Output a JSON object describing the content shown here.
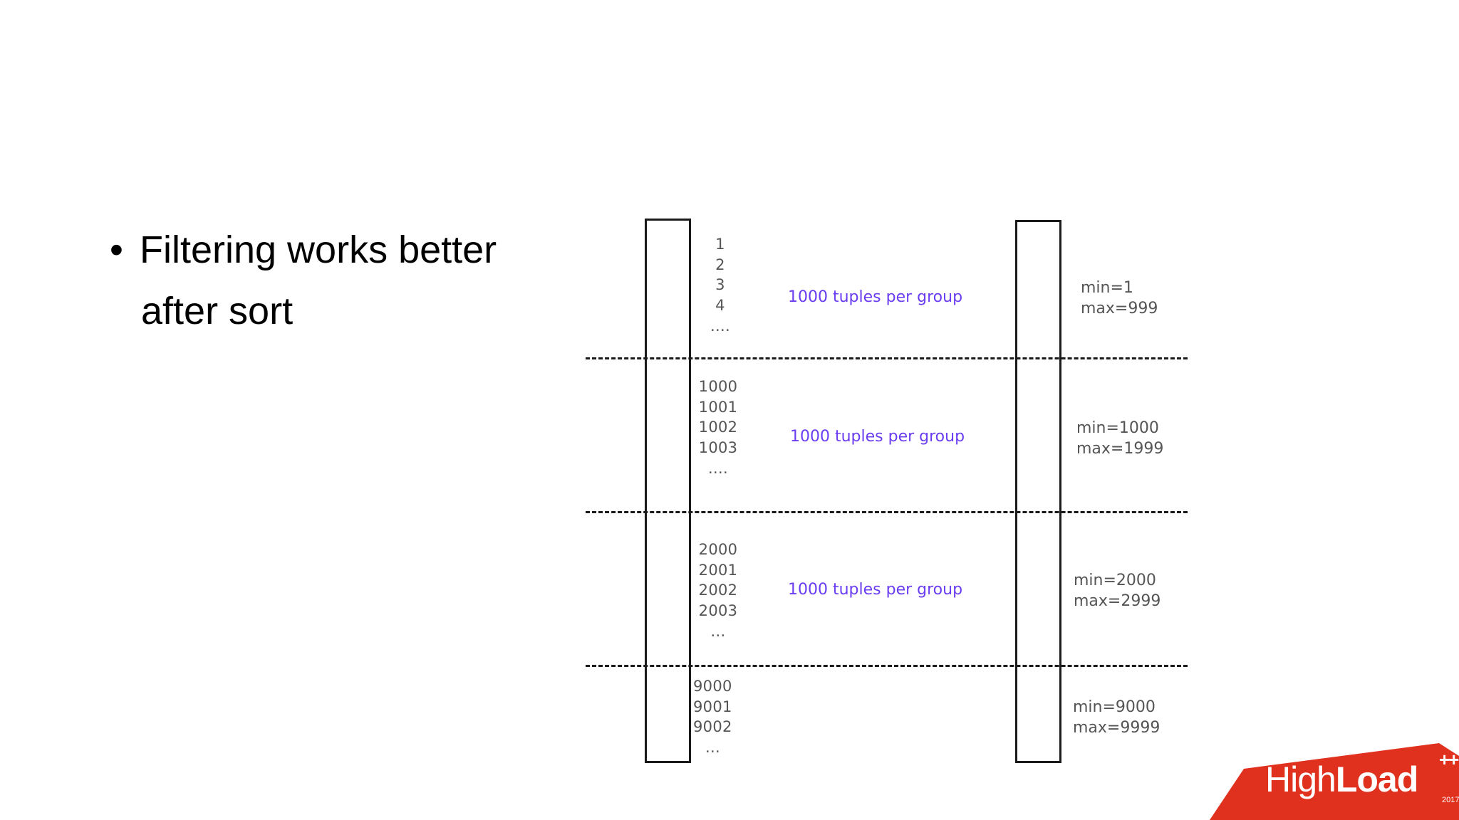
{
  "bullet": {
    "symbol": "•",
    "line1": "Filtering works better",
    "line2": "after sort"
  },
  "groups": [
    {
      "values": [
        "1",
        "2",
        "3",
        "4",
        "...."
      ],
      "label": "1000 tuples per group",
      "min": "min=1",
      "max": "max=999"
    },
    {
      "values": [
        "1000",
        "1001",
        "1002",
        "1003",
        "...."
      ],
      "label": "1000 tuples per group",
      "min": "min=1000",
      "max": "max=1999"
    },
    {
      "values": [
        "2000",
        "2001",
        "2002",
        "2003",
        "..."
      ],
      "label": "1000 tuples per group",
      "min": "min=2000",
      "max": "max=2999"
    },
    {
      "values": [
        "9000",
        "9001",
        "9002",
        "..."
      ],
      "label": "",
      "min": "min=9000",
      "max": "max=9999"
    }
  ],
  "logo": {
    "text_light": "High",
    "text_bold": "Load",
    "superscript": "++",
    "year": "2017",
    "color": "#e0301e"
  }
}
